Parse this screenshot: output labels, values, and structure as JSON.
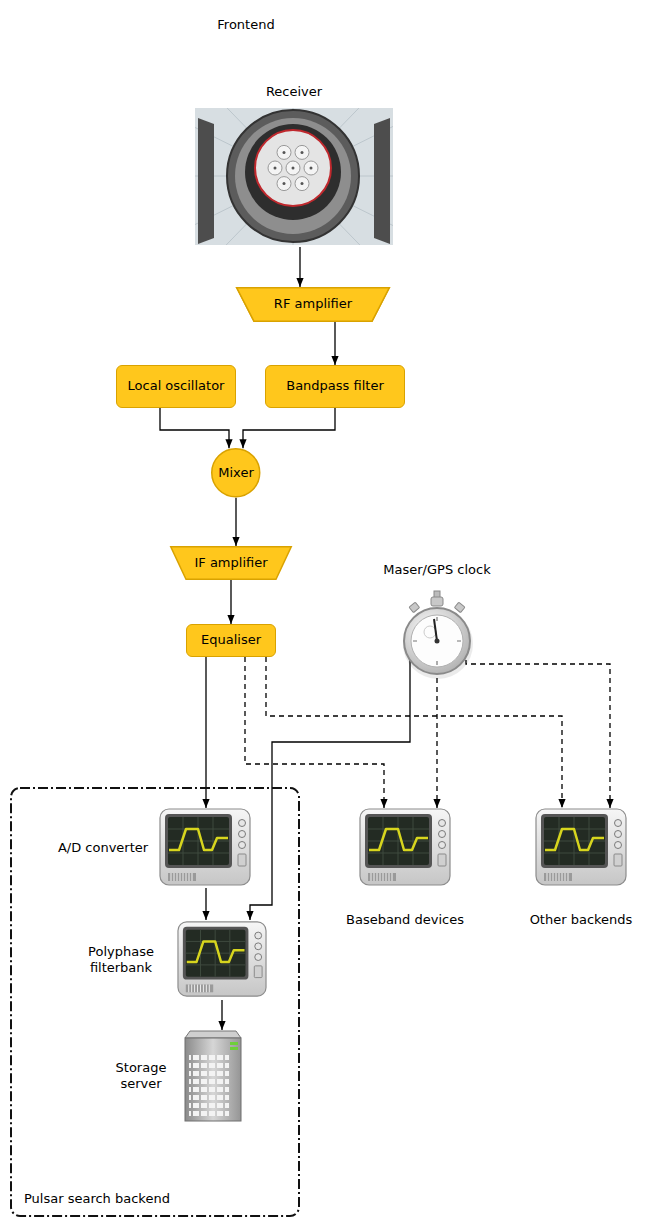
{
  "diagram": {
    "nodes": [
      {
        "text": [
          "Frontend"
        ]
      },
      {
        "text": [
          "Receiver"
        ],
        "in": 0
      },
      {
        "text": [
          "RF amplifier"
        ],
        "in": 0
      },
      {
        "text": [
          "Local oscillator"
        ],
        "in": 0
      },
      {
        "text": [
          "Bandpass filter"
        ],
        "in": 0
      },
      {
        "text": [
          "Mixer"
        ],
        "in": 0
      },
      {
        "text": [
          "IF amplifier"
        ]
      },
      {
        "text": [
          "Equaliser"
        ]
      },
      {
        "text": [
          "Maser/GPS clock"
        ]
      },
      {
        "text": [
          "Pulsar search backend"
        ]
      },
      {
        "text": [
          "A/D converter"
        ],
        "in": 9
      },
      {
        "text": [
          "Polyphase filterbank"
        ],
        "in": 9
      },
      {
        "text": [
          "Storage server"
        ],
        "in": 9
      },
      {
        "text": [
          "Baseband devices"
        ]
      },
      {
        "text": [
          "Other backends"
        ]
      }
    ],
    "edges": [
      {
        "from": 1,
        "to": 2,
        "arrow": "to"
      },
      {
        "from": 2,
        "to": 4,
        "arrow": "to"
      },
      {
        "from": 3,
        "to": 5,
        "arrow": "to"
      },
      {
        "from": 4,
        "to": 5,
        "arrow": "to"
      },
      {
        "from": 5,
        "to": 6,
        "arrow": "to"
      },
      {
        "from": 6,
        "to": 7,
        "arrow": "to"
      },
      {
        "from": 7,
        "to": 10,
        "arrow": "to"
      },
      {
        "from": 10,
        "to": 11,
        "arrow": "to"
      },
      {
        "from": 8,
        "to": 11,
        "arrow": "to"
      },
      {
        "from": 11,
        "to": 12,
        "arrow": "to"
      },
      {
        "from": 7,
        "to": 13,
        "arrow": "to"
      },
      {
        "from": 8,
        "to": 13,
        "arrow": "to"
      },
      {
        "from": 7,
        "to": 14,
        "arrow": "to"
      },
      {
        "from": 8,
        "to": 14,
        "arrow": "to"
      }
    ]
  }
}
